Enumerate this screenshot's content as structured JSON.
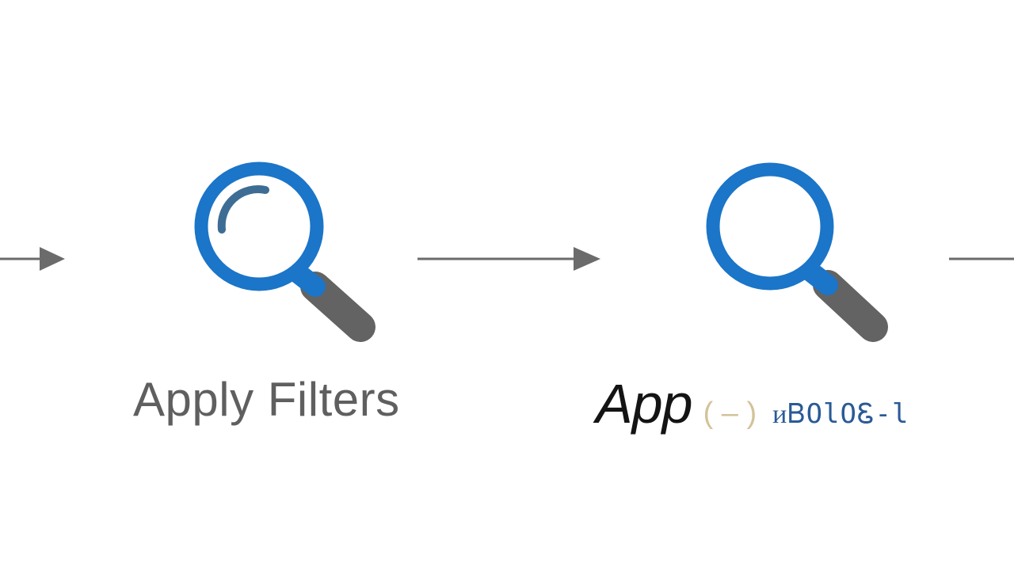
{
  "colors": {
    "accent_blue": "#1B75C8",
    "handle_gray": "#636363",
    "arrow_gray": "#6B6B6B",
    "label_gray": "#5F5F5F",
    "label_dark": "#141414",
    "paren_tan": "#D4C29A",
    "garbled_blue": "#2A5A96"
  },
  "steps": [
    {
      "icon": "magnifying-glass-icon",
      "label": "Apply Filters"
    },
    {
      "icon": "magnifying-glass-icon",
      "label_main": "App",
      "label_paren": "( – )",
      "label_garbled": "ᴎᏴOlOᏋ-l"
    }
  ],
  "connectors": [
    "right-arrow",
    "right-arrow",
    "line"
  ]
}
